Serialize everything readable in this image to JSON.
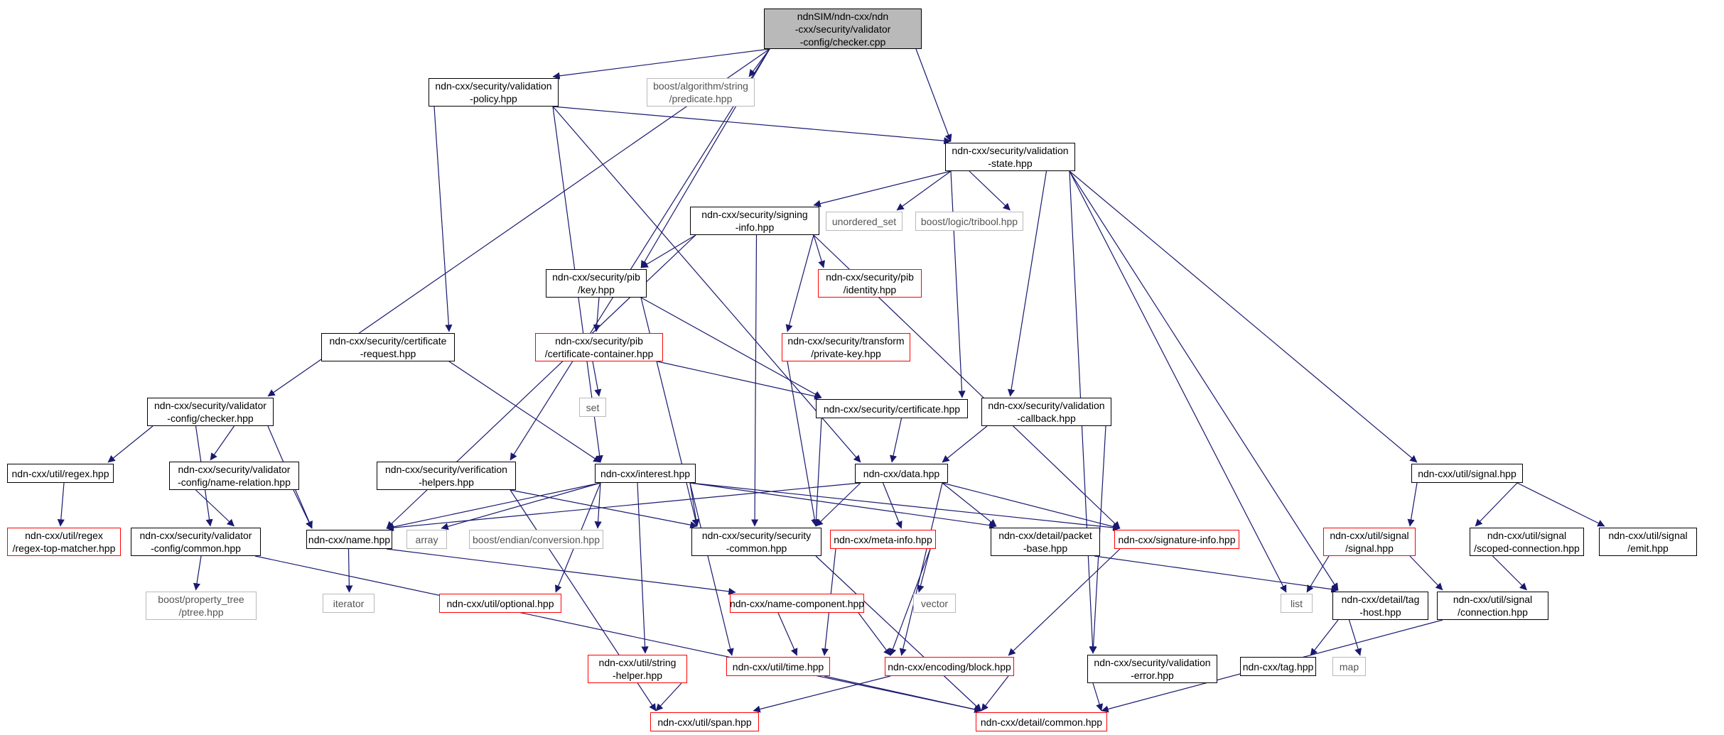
{
  "diagram": {
    "kind": "doxygen-include-dependency-graph",
    "root_file": "ndnSIM/ndn-cxx/ndn-cxx/security/validator-config/checker.cpp",
    "colors": {
      "edge": "#191970",
      "node_border": "#000000",
      "node_fill": "#ffffff",
      "root_fill": "#b9b9b9",
      "incomplete_border": "#ff0000",
      "external_border": "#b9b9b9",
      "external_text": "#545454"
    },
    "nodes": [
      {
        "id": "checker-cpp",
        "kind": "root",
        "label": "ndnSIM/ndn-cxx/ndn\n-cxx/security/validator\n-config/checker.cpp"
      },
      {
        "id": "validation-policy",
        "kind": "normal",
        "label": "ndn-cxx/security/validation\n-policy.hpp"
      },
      {
        "id": "boost-string-predicate",
        "kind": "external",
        "label": "boost/algorithm/string\n/predicate.hpp"
      },
      {
        "id": "validation-state",
        "kind": "normal",
        "label": "ndn-cxx/security/validation\n-state.hpp"
      },
      {
        "id": "signing-info",
        "kind": "normal",
        "label": "ndn-cxx/security/signing\n-info.hpp"
      },
      {
        "id": "unordered-set",
        "kind": "external",
        "label": "unordered_set"
      },
      {
        "id": "boost-tribool",
        "kind": "external",
        "label": "boost/logic/tribool.hpp"
      },
      {
        "id": "pib-key",
        "kind": "normal",
        "label": "ndn-cxx/security/pib\n/key.hpp"
      },
      {
        "id": "pib-identity",
        "kind": "incomplete",
        "label": "ndn-cxx/security/pib\n/identity.hpp"
      },
      {
        "id": "certificate-request",
        "kind": "normal",
        "label": "ndn-cxx/security/certificate\n-request.hpp"
      },
      {
        "id": "pib-certificate-container",
        "kind": "incomplete",
        "label": "ndn-cxx/security/pib\n/certificate-container.hpp"
      },
      {
        "id": "transform-private-key",
        "kind": "incomplete",
        "label": "ndn-cxx/security/transform\n/private-key.hpp"
      },
      {
        "id": "set",
        "kind": "external",
        "label": "set"
      },
      {
        "id": "security-certificate",
        "kind": "normal",
        "label": "ndn-cxx/security/certificate.hpp"
      },
      {
        "id": "validation-callback",
        "kind": "normal",
        "label": "ndn-cxx/security/validation\n-callback.hpp"
      },
      {
        "id": "validator-config-checker",
        "kind": "normal",
        "label": "ndn-cxx/security/validator\n-config/checker.hpp"
      },
      {
        "id": "util-regex",
        "kind": "normal",
        "label": "ndn-cxx/util/regex.hpp"
      },
      {
        "id": "validator-config-name-relation",
        "kind": "normal",
        "label": "ndn-cxx/security/validator\n-config/name-relation.hpp"
      },
      {
        "id": "verification-helpers",
        "kind": "normal",
        "label": "ndn-cxx/security/verification\n-helpers.hpp"
      },
      {
        "id": "interest",
        "kind": "normal",
        "label": "ndn-cxx/interest.hpp"
      },
      {
        "id": "data",
        "kind": "normal",
        "label": "ndn-cxx/data.hpp"
      },
      {
        "id": "util-signal",
        "kind": "normal",
        "label": "ndn-cxx/util/signal.hpp"
      },
      {
        "id": "regex-top-matcher",
        "kind": "incomplete",
        "label": "ndn-cxx/util/regex\n/regex-top-matcher.hpp"
      },
      {
        "id": "validator-config-common",
        "kind": "normal",
        "label": "ndn-cxx/security/validator\n-config/common.hpp"
      },
      {
        "id": "name",
        "kind": "normal",
        "label": "ndn-cxx/name.hpp"
      },
      {
        "id": "array",
        "kind": "external",
        "label": "array"
      },
      {
        "id": "boost-endian-conversion",
        "kind": "external",
        "label": "boost/endian/conversion.hpp"
      },
      {
        "id": "security-common",
        "kind": "normal",
        "label": "ndn-cxx/security/security\n-common.hpp"
      },
      {
        "id": "meta-info",
        "kind": "incomplete",
        "label": "ndn-cxx/meta-info.hpp"
      },
      {
        "id": "detail-packet-base",
        "kind": "normal",
        "label": "ndn-cxx/detail/packet\n-base.hpp"
      },
      {
        "id": "signature-info",
        "kind": "incomplete",
        "label": "ndn-cxx/signature-info.hpp"
      },
      {
        "id": "signal-signal",
        "kind": "incomplete",
        "label": "ndn-cxx/util/signal\n/signal.hpp"
      },
      {
        "id": "signal-scoped-connection",
        "kind": "normal",
        "label": "ndn-cxx/util/signal\n/scoped-connection.hpp"
      },
      {
        "id": "signal-emit",
        "kind": "normal",
        "label": "ndn-cxx/util/signal\n/emit.hpp"
      },
      {
        "id": "boost-ptree",
        "kind": "external",
        "label": "boost/property_tree\n/ptree.hpp"
      },
      {
        "id": "iterator",
        "kind": "external",
        "label": "iterator"
      },
      {
        "id": "util-optional",
        "kind": "incomplete",
        "label": "ndn-cxx/util/optional.hpp"
      },
      {
        "id": "name-component",
        "kind": "incomplete",
        "label": "ndn-cxx/name-component.hpp"
      },
      {
        "id": "vector",
        "kind": "external",
        "label": "vector"
      },
      {
        "id": "list",
        "kind": "external",
        "label": "list"
      },
      {
        "id": "detail-tag-host",
        "kind": "normal",
        "label": "ndn-cxx/detail/tag\n-host.hpp"
      },
      {
        "id": "signal-connection",
        "kind": "normal",
        "label": "ndn-cxx/util/signal\n/connection.hpp"
      },
      {
        "id": "util-string-helper",
        "kind": "incomplete",
        "label": "ndn-cxx/util/string\n-helper.hpp"
      },
      {
        "id": "util-time",
        "kind": "incomplete",
        "label": "ndn-cxx/util/time.hpp"
      },
      {
        "id": "encoding-block",
        "kind": "incomplete",
        "label": "ndn-cxx/encoding/block.hpp"
      },
      {
        "id": "validation-error",
        "kind": "normal",
        "label": "ndn-cxx/security/validation\n-error.hpp"
      },
      {
        "id": "tag",
        "kind": "normal",
        "label": "ndn-cxx/tag.hpp"
      },
      {
        "id": "map",
        "kind": "external",
        "label": "map"
      },
      {
        "id": "util-span",
        "kind": "incomplete",
        "label": "ndn-cxx/util/span.hpp"
      },
      {
        "id": "detail-common",
        "kind": "incomplete",
        "label": "ndn-cxx/detail/common.hpp"
      }
    ],
    "edges": [
      [
        "checker-cpp",
        "validation-policy"
      ],
      [
        "checker-cpp",
        "boost-string-predicate"
      ],
      [
        "checker-cpp",
        "validation-state"
      ],
      [
        "checker-cpp",
        "pib-key"
      ],
      [
        "checker-cpp",
        "validator-config-checker"
      ],
      [
        "checker-cpp",
        "verification-helpers"
      ],
      [
        "validation-policy",
        "validation-state"
      ],
      [
        "validation-policy",
        "certificate-request"
      ],
      [
        "validation-policy",
        "interest"
      ],
      [
        "validation-policy",
        "data"
      ],
      [
        "validation-state",
        "signing-info"
      ],
      [
        "validation-state",
        "unordered-set"
      ],
      [
        "validation-state",
        "boost-tribool"
      ],
      [
        "validation-state",
        "security-certificate"
      ],
      [
        "validation-state",
        "validation-callback"
      ],
      [
        "validation-state",
        "util-signal"
      ],
      [
        "validation-state",
        "list"
      ],
      [
        "validation-state",
        "detail-tag-host"
      ],
      [
        "validation-state",
        "validation-error"
      ],
      [
        "signing-info",
        "pib-key"
      ],
      [
        "signing-info",
        "pib-identity"
      ],
      [
        "signing-info",
        "transform-private-key"
      ],
      [
        "signing-info",
        "name"
      ],
      [
        "signing-info",
        "security-common"
      ],
      [
        "signing-info",
        "signature-info"
      ],
      [
        "pib-key",
        "pib-certificate-container"
      ],
      [
        "pib-key",
        "security-certificate"
      ],
      [
        "pib-key",
        "security-common"
      ],
      [
        "certificate-request",
        "interest"
      ],
      [
        "pib-certificate-container",
        "set"
      ],
      [
        "pib-certificate-container",
        "security-certificate"
      ],
      [
        "transform-private-key",
        "security-common"
      ],
      [
        "security-certificate",
        "data"
      ],
      [
        "security-certificate",
        "security-common"
      ],
      [
        "validation-callback",
        "data"
      ],
      [
        "validation-callback",
        "validation-error"
      ],
      [
        "validator-config-checker",
        "util-regex"
      ],
      [
        "validator-config-checker",
        "validator-config-name-relation"
      ],
      [
        "validator-config-checker",
        "validator-config-common"
      ],
      [
        "validator-config-checker",
        "name"
      ],
      [
        "util-regex",
        "regex-top-matcher"
      ],
      [
        "validator-config-name-relation",
        "validator-config-common"
      ],
      [
        "validator-config-name-relation",
        "name"
      ],
      [
        "verification-helpers",
        "security-common"
      ],
      [
        "verification-helpers",
        "util-span"
      ],
      [
        "interest",
        "name"
      ],
      [
        "interest",
        "array"
      ],
      [
        "interest",
        "boost-endian-conversion"
      ],
      [
        "interest",
        "security-common"
      ],
      [
        "interest",
        "detail-packet-base"
      ],
      [
        "interest",
        "signature-info"
      ],
      [
        "interest",
        "util-optional"
      ],
      [
        "interest",
        "util-string-helper"
      ],
      [
        "interest",
        "util-time"
      ],
      [
        "data",
        "name"
      ],
      [
        "data",
        "security-common"
      ],
      [
        "data",
        "meta-info"
      ],
      [
        "data",
        "detail-packet-base"
      ],
      [
        "data",
        "signature-info"
      ],
      [
        "data",
        "encoding-block"
      ],
      [
        "util-signal",
        "signal-signal"
      ],
      [
        "util-signal",
        "signal-scoped-connection"
      ],
      [
        "util-signal",
        "signal-emit"
      ],
      [
        "validator-config-common",
        "boost-ptree"
      ],
      [
        "validator-config-common",
        "detail-common"
      ],
      [
        "name",
        "iterator"
      ],
      [
        "name",
        "name-component"
      ],
      [
        "security-common",
        "detail-common"
      ],
      [
        "meta-info",
        "vector"
      ],
      [
        "meta-info",
        "util-time"
      ],
      [
        "meta-info",
        "encoding-block"
      ],
      [
        "detail-packet-base",
        "detail-tag-host"
      ],
      [
        "signature-info",
        "encoding-block"
      ],
      [
        "signal-signal",
        "list"
      ],
      [
        "signal-signal",
        "signal-connection"
      ],
      [
        "signal-scoped-connection",
        "signal-connection"
      ],
      [
        "name-component",
        "util-time"
      ],
      [
        "name-component",
        "encoding-block"
      ],
      [
        "detail-tag-host",
        "tag"
      ],
      [
        "detail-tag-host",
        "map"
      ],
      [
        "signal-connection",
        "detail-common"
      ],
      [
        "util-string-helper",
        "util-span"
      ],
      [
        "util-time",
        "detail-common"
      ],
      [
        "encoding-block",
        "util-span"
      ],
      [
        "encoding-block",
        "detail-common"
      ],
      [
        "validation-error",
        "detail-common"
      ]
    ]
  }
}
